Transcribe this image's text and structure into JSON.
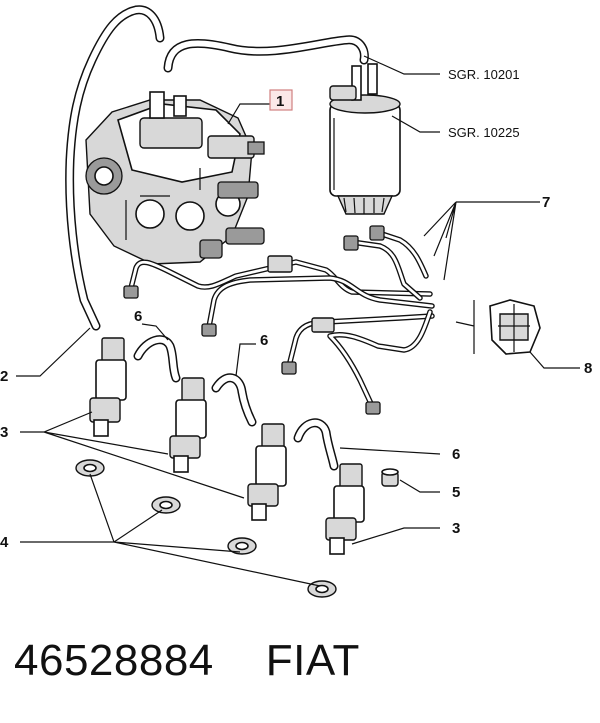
{
  "diagram": {
    "callouts": {
      "c1": "1",
      "c2": "2",
      "c3a": "3",
      "c3b": "3",
      "c4": "4",
      "c5": "5",
      "c6a": "6",
      "c6b": "6",
      "c6c": "6",
      "c7": "7",
      "c8": "8"
    },
    "references": {
      "ref_hose": "SGR. 10201",
      "ref_filter": "SGR. 10225"
    }
  },
  "footer": {
    "part_number": "46528884",
    "brand": "FIAT"
  }
}
